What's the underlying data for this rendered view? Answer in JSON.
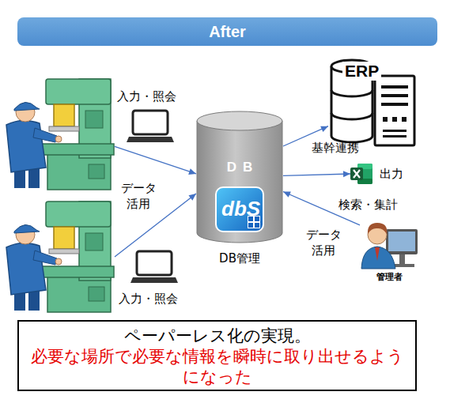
{
  "diagram": {
    "title": "After",
    "nodes": [
      {
        "text": [
          "入力・照会"
        ]
      },
      {
        "text": [
          "DB",
          "dbS",
          "DB管理"
        ]
      },
      {
        "text": [
          "ERP"
        ]
      },
      {
        "text": [
          "出力"
        ]
      },
      {
        "text": [
          "管理者"
        ]
      },
      {
        "text": [
          "入力・照会"
        ]
      },
      {
        "text": [
          "ペーパーレス化の実現。",
          "必要な場所で必要な情報を瞬時に取り出せるようになった"
        ]
      }
    ],
    "edges": [
      {
        "from": 0,
        "to": 1,
        "arrow": "to"
      },
      {
        "from": 5,
        "to": 1,
        "arrow": "to"
      },
      {
        "from": 1,
        "to": 2,
        "label": "基幹連携",
        "arrow": "to"
      },
      {
        "from": 1,
        "to": 3,
        "arrow": "to"
      },
      {
        "from": 4,
        "to": 1,
        "label": "データ活用",
        "arrow": "to"
      }
    ],
    "labels": [
      "データ活用",
      "検索・集計"
    ]
  }
}
